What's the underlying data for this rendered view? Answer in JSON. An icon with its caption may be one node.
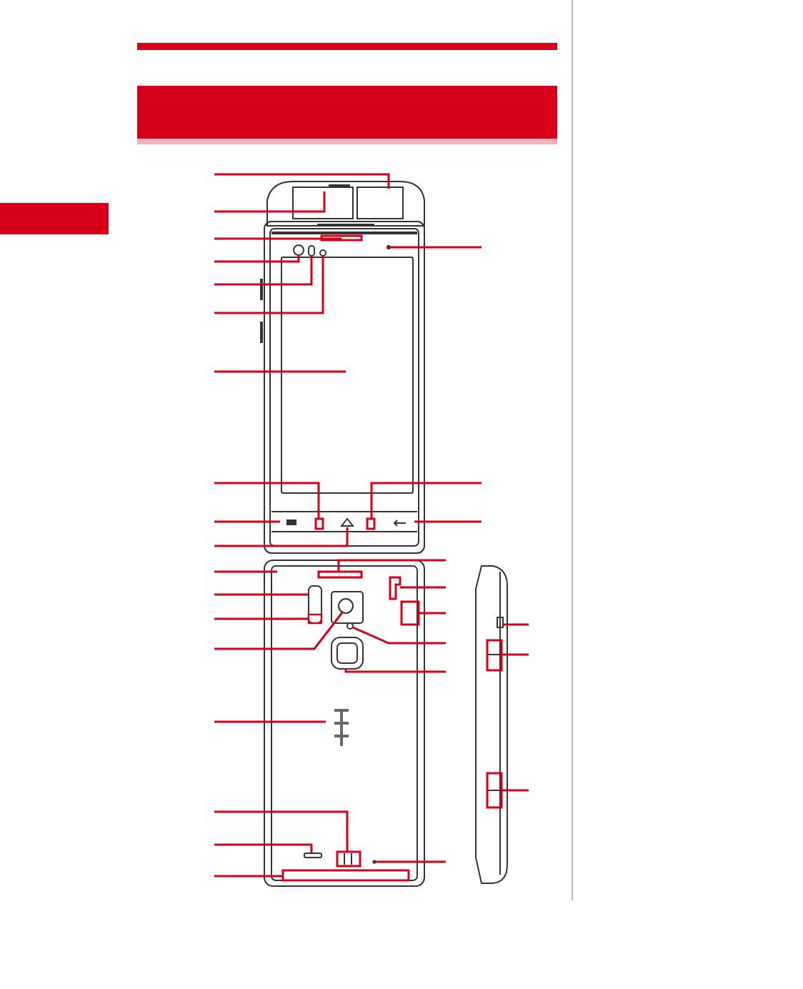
{
  "diagram": {
    "nodes": [
      {
        "text": [],
        "shape": "band"
      },
      {
        "text": [],
        "shape": "box"
      },
      {
        "text": [],
        "shape": "picture"
      },
      {
        "text": [],
        "shape": "picture"
      },
      {
        "text": [],
        "shape": "picture"
      },
      {
        "text": [],
        "shape": "picture"
      }
    ],
    "edges": [
      {
        "from": null,
        "to": 2,
        "arrow": "none"
      },
      {
        "from": null,
        "to": 2,
        "arrow": "none"
      },
      {
        "from": null,
        "to": 3,
        "arrow": "none"
      },
      {
        "from": null,
        "to": 3,
        "arrow": "none"
      },
      {
        "from": null,
        "to": 3,
        "arrow": "none"
      },
      {
        "from": null,
        "to": 3,
        "arrow": "none"
      },
      {
        "from": null,
        "to": 3,
        "arrow": "none"
      },
      {
        "from": null,
        "to": 3,
        "arrow": "none"
      },
      {
        "from": null,
        "to": 3,
        "arrow": "none"
      },
      {
        "from": null,
        "to": 3,
        "arrow": "none"
      },
      {
        "from": null,
        "to": 3,
        "arrow": "none"
      },
      {
        "from": null,
        "to": 3,
        "arrow": "none"
      },
      {
        "from": null,
        "to": 3,
        "arrow": "none"
      },
      {
        "from": null,
        "to": 4,
        "arrow": "none"
      },
      {
        "from": null,
        "to": 4,
        "arrow": "none"
      },
      {
        "from": null,
        "to": 4,
        "arrow": "none"
      },
      {
        "from": null,
        "to": 4,
        "arrow": "none"
      },
      {
        "from": null,
        "to": 4,
        "arrow": "none"
      },
      {
        "from": null,
        "to": 4,
        "arrow": "none"
      },
      {
        "from": null,
        "to": 4,
        "arrow": "none"
      },
      {
        "from": null,
        "to": 4,
        "arrow": "none"
      },
      {
        "from": null,
        "to": 4,
        "arrow": "none"
      },
      {
        "from": null,
        "to": 4,
        "arrow": "none"
      },
      {
        "from": null,
        "to": 4,
        "arrow": "none"
      },
      {
        "from": null,
        "to": 4,
        "arrow": "none"
      },
      {
        "from": null,
        "to": 4,
        "arrow": "none"
      },
      {
        "from": null,
        "to": 4,
        "arrow": "none"
      },
      {
        "from": null,
        "to": 5,
        "arrow": "none"
      },
      {
        "from": null,
        "to": 5,
        "arrow": "none"
      },
      {
        "from": null,
        "to": 5,
        "arrow": "none"
      }
    ]
  }
}
